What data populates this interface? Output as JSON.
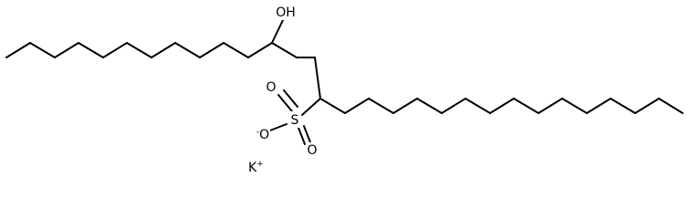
{
  "molecule": {
    "hydroxyl_label": "OH",
    "sulfur_label": "S",
    "oxygen_label": "O",
    "oxide_oxygen_label": "O",
    "oxide_charge": "-",
    "counterion_label": "K",
    "counterion_charge": "+"
  },
  "colors": {
    "bond": "#000000",
    "atom_text": "#000000",
    "background": "#ffffff"
  }
}
